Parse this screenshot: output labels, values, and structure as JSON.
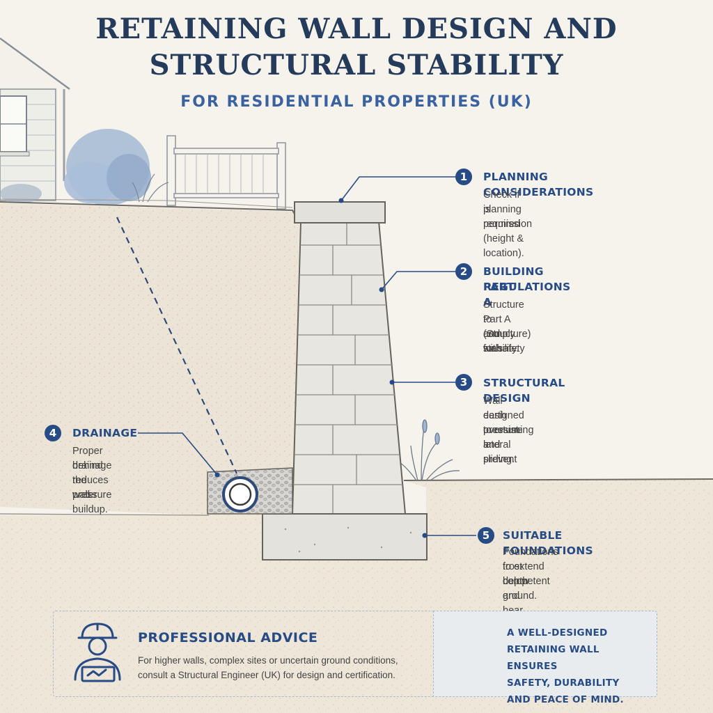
{
  "title": {
    "line1": "RETAINING WALL DESIGN AND",
    "line2": "STRUCTURAL STABILITY",
    "subtitle": "FOR RESIDENTIAL PROPERTIES (UK)"
  },
  "callouts": [
    {
      "number": "1",
      "title_lines": [
        "PLANNING CONSIDERATIONS"
      ],
      "body_lines": [
        "Check if planning permission",
        "is required (height & location)."
      ]
    },
    {
      "number": "2",
      "title_lines": [
        "BUILDING REGULATIONS",
        "PART A"
      ],
      "body_lines": [
        "Structure to comply with",
        "Part A (Structure) for safety",
        "and stability."
      ]
    },
    {
      "number": "3",
      "title_lines": [
        "STRUCTURAL DESIGN"
      ],
      "body_lines": [
        "Wall designed to resist lateral",
        "earth pressure and prevent",
        "overturning and sliding."
      ]
    },
    {
      "number": "4",
      "title_lines": [
        "DRAINAGE"
      ],
      "body_lines": [
        "Proper drainage",
        "behind the wall",
        "reduces water",
        "pressure buildup."
      ]
    },
    {
      "number": "5",
      "title_lines": [
        "SUITABLE FOUNDATIONS"
      ],
      "body_lines": [
        "Foundations to extend below",
        "frost depth and bear on",
        "competent ground."
      ]
    }
  ],
  "advice": {
    "title": "PROFESSIONAL ADVICE",
    "body_lines": [
      "For higher walls, complex sites or uncertain ground conditions,",
      "consult a Structural Engineer (UK) for design and certification."
    ],
    "icon": "engineer-icon"
  },
  "summary": {
    "lines": [
      "A WELL-DESIGNED",
      "RETAINING WALL ENSURES",
      "SAFETY, DURABILITY",
      "AND PEACE OF MIND."
    ],
    "icon": "shield-check-icon"
  },
  "colors": {
    "accent": "#264b85",
    "title": "#243b5c",
    "subtitle": "#3a62a0"
  }
}
